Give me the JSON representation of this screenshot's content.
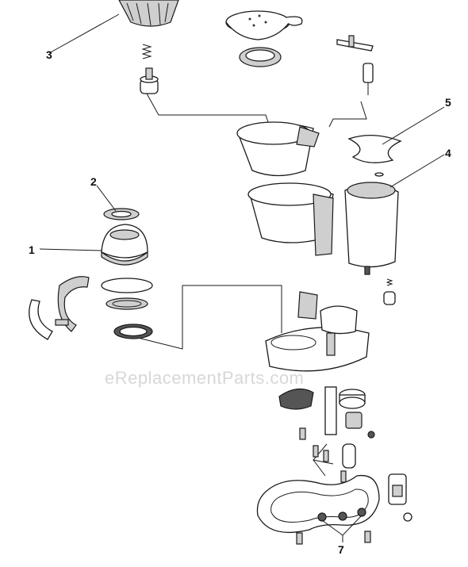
{
  "diagram": {
    "callouts": [
      {
        "id": "3",
        "label": "3"
      },
      {
        "id": "5",
        "label": "5"
      },
      {
        "id": "4",
        "label": "4"
      },
      {
        "id": "2",
        "label": "2"
      },
      {
        "id": "1",
        "label": "1"
      },
      {
        "id": "7",
        "label": "7"
      }
    ],
    "watermark": "eReplacementParts.com"
  }
}
